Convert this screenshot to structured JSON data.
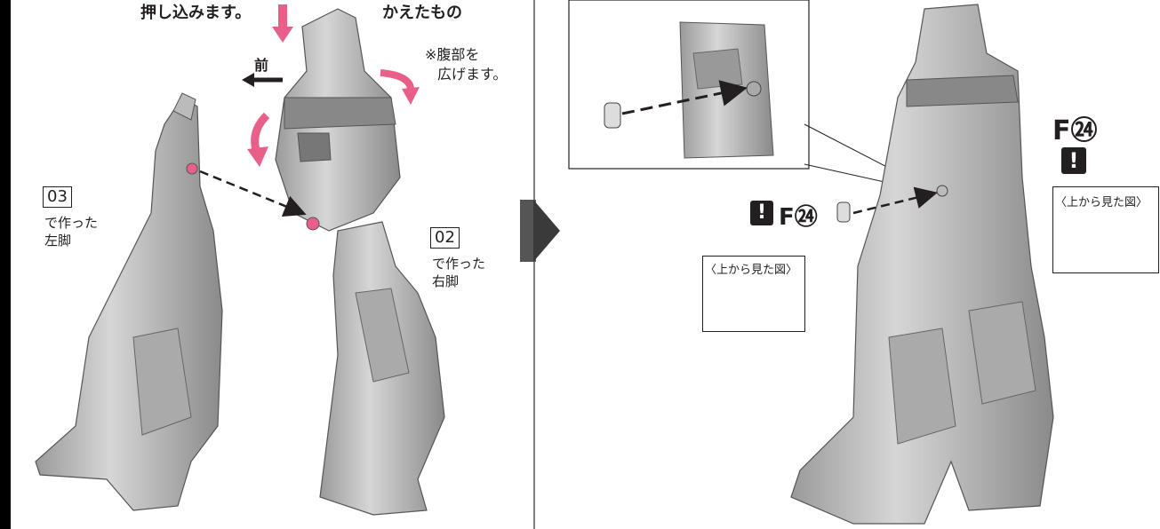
{
  "left_panel": {
    "text_push": "押し込みます。",
    "text_partial": "かえたもの",
    "front_label": "前",
    "abdomen_note_1": "※腹部を",
    "abdomen_note_2": "広げます。",
    "left_leg_tag": "03",
    "left_leg_caption_1": "で作った",
    "left_leg_caption_2": "左脚",
    "right_leg_tag": "02",
    "right_leg_caption_1": "で作った",
    "right_leg_caption_2": "右脚"
  },
  "right_panel": {
    "part_code_main": "F㉔",
    "part_code_side": "F㉔",
    "warning_symbol": "!",
    "view_label_left": "〈上から見た図〉",
    "view_label_right": "〈上から見た図〉"
  },
  "colors": {
    "ink": "#231f20",
    "arrow_pink": "#e8608a",
    "part_gray": "#c9c9c9",
    "divider": "#555555",
    "next_arrow": "#3a3a3a"
  },
  "icons": [
    "pink-curved-arrow-icon",
    "dashed-arrow-icon",
    "next-step-arrow-icon",
    "warning-icon",
    "small-part-icon"
  ]
}
